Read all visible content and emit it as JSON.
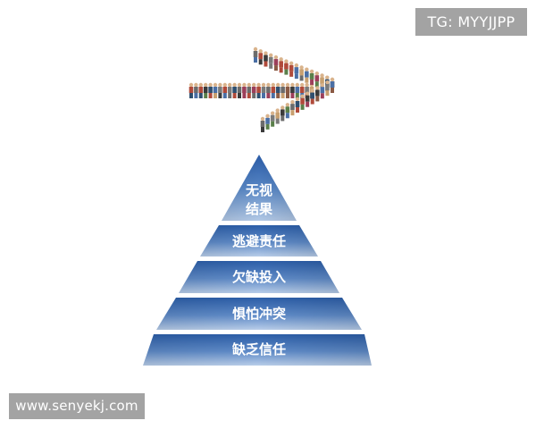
{
  "watermark_tag": "TG: MYYJJPP",
  "website": "www.senyekj.com",
  "pyramid": {
    "top_label_line1": "无视",
    "top_label_line2": "结果",
    "levels": [
      "逃避责任",
      "欠缺投入",
      "惧怕冲突",
      "缺乏信任"
    ]
  },
  "colors": {
    "pyramid_dark": "#2c5ea8",
    "pyramid_light": "#b8cde9",
    "badge_gray": "#a3a3a3",
    "text": "#ffffff"
  },
  "arrow_icon": "people-crowd-arrow-icon"
}
